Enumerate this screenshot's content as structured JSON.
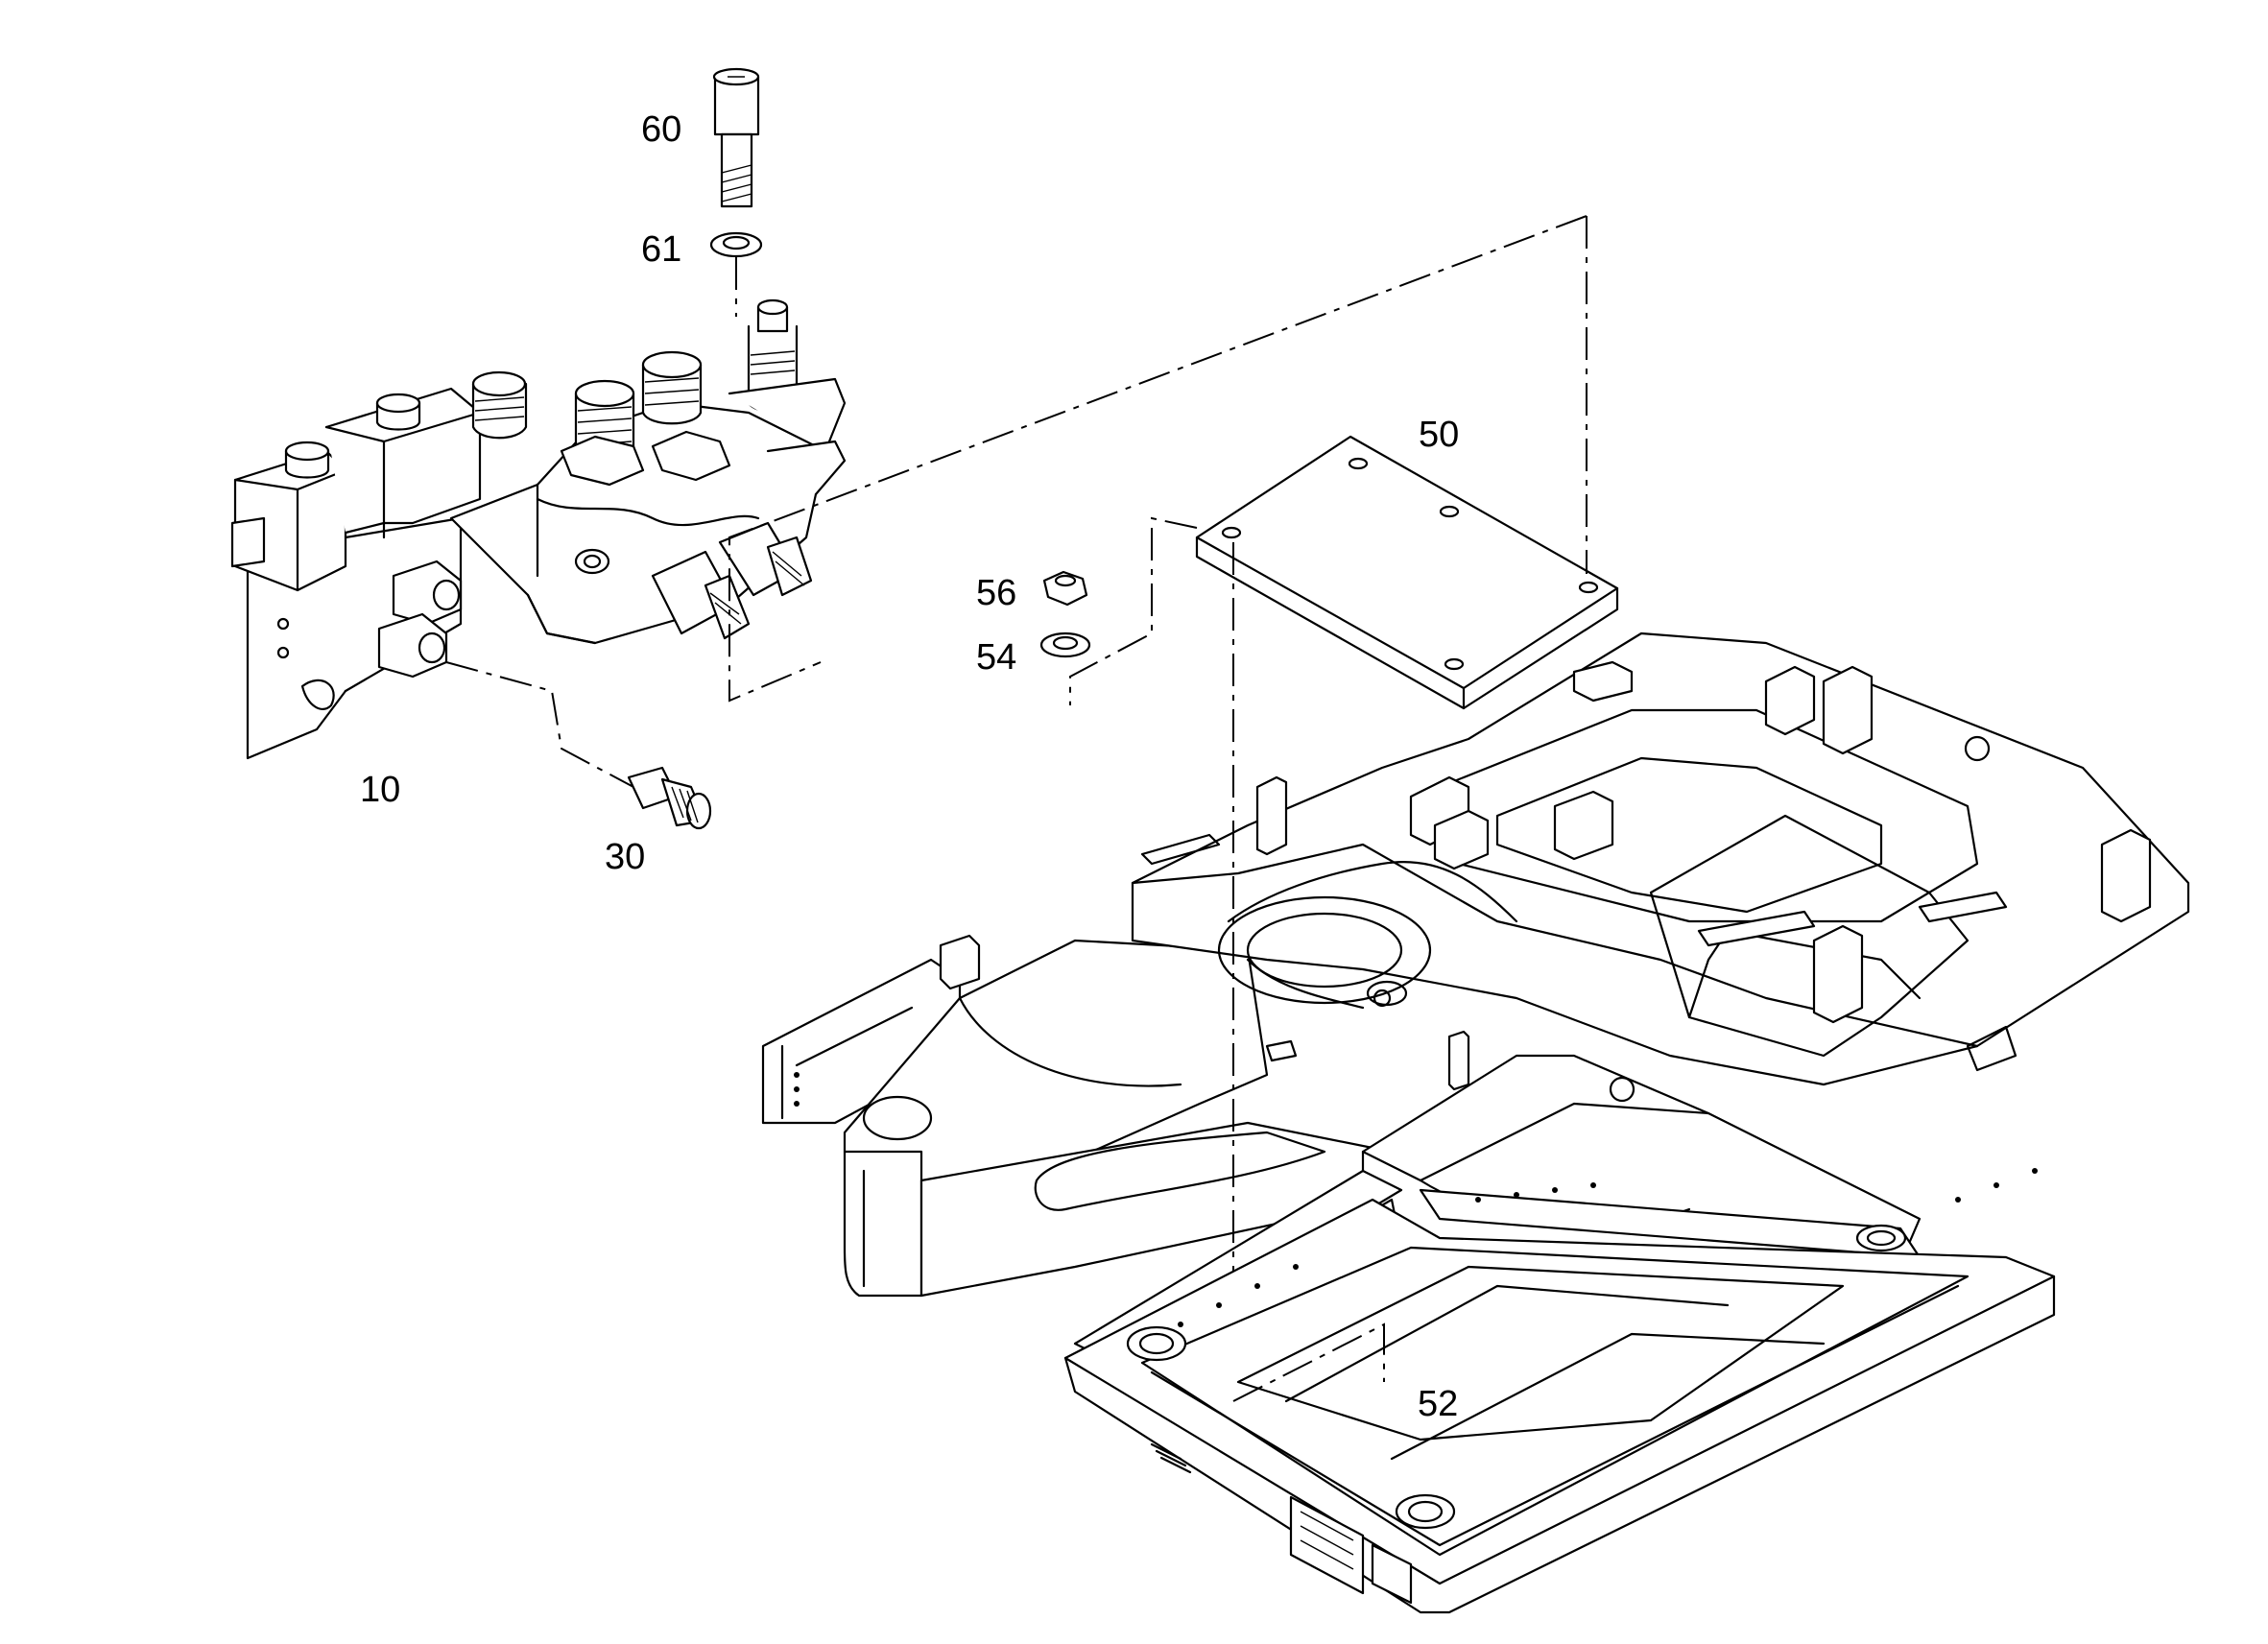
{
  "callouts": {
    "c10": "10",
    "c30": "30",
    "c50": "50",
    "c52": "52",
    "c54": "54",
    "c56": "56",
    "c60": "60",
    "c61": "61"
  },
  "colors": {
    "line": "#000000",
    "background": "#ffffff"
  }
}
